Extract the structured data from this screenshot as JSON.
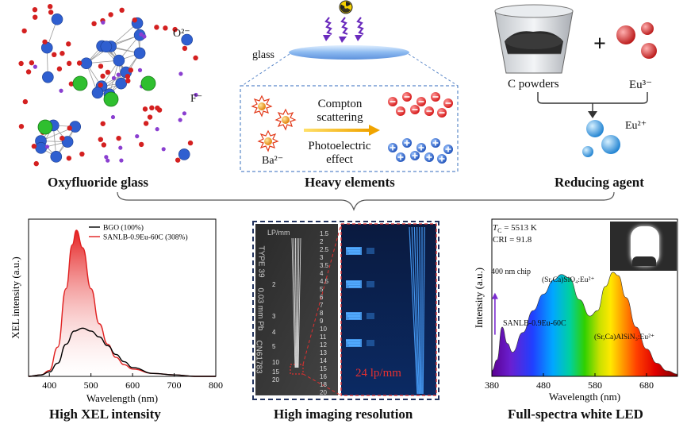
{
  "top": {
    "oxy": {
      "ion_o": "O²⁻",
      "ion_f": "F⁻",
      "caption": "Oxyfluoride glass"
    },
    "heavy": {
      "glass_label": "glass",
      "compton": [
        "Compton",
        "scattering"
      ],
      "photo": [
        "Photoelectric",
        "effect"
      ],
      "ba_label": "Ba²⁻",
      "caption": "Heavy elements"
    },
    "reduce": {
      "c_powders": "C powders",
      "eu3": "Eu³⁻",
      "plus": "+",
      "eu2": "Eu²⁺",
      "caption": "Reducing agent"
    }
  },
  "bottom": {
    "xel": {
      "caption": "High XEL intensity"
    },
    "imaging": {
      "caption": "High imaging resolution",
      "lp_label": "24 lp/mm",
      "card_text": [
        "LP/mm",
        "TYPE 39",
        "0.03 mm Pb",
        "CN61783"
      ],
      "scale_left": [
        "2",
        "3",
        "4",
        "5",
        "10",
        "15",
        "20"
      ],
      "scale_right": [
        "1.5",
        "2",
        "2.5",
        "3",
        "3.5",
        "4",
        "4.5",
        "5",
        "6",
        "7",
        "8",
        "9",
        "10",
        "11",
        "12",
        "13",
        "14",
        "15",
        "16",
        "18",
        "20"
      ]
    },
    "led": {
      "caption": "Full-spectra white LED",
      "tc": "T",
      "tc_sub": "C",
      "tc_value": " = 5513 K",
      "cri": "CRI = 91.8",
      "chip": "400 nm chip",
      "sample": "SANLB-0.9Eu-60C",
      "phosphor_green": "(Sr,Ca)SiO₄:Eu²⁺",
      "phosphor_red": "(Sr,Ca)AlSiN₃:Eu²⁺"
    }
  },
  "chart_data": [
    {
      "type": "line",
      "xlabel": "Wavelength (nm)",
      "ylabel": "XEL intensity (a.u.)",
      "xlim": [
        350,
        800
      ],
      "xticks": [
        400,
        500,
        600,
        700,
        800
      ],
      "grid": false,
      "legend": "top-right",
      "colors": {
        "BGO (100%)": "#000000",
        "SANLB-0.9Eu-60C (308%)": "#e02020"
      },
      "series": [
        {
          "name": "BGO (100%)",
          "x": [
            350,
            380,
            400,
            420,
            440,
            460,
            480,
            500,
            520,
            540,
            560,
            580,
            600,
            650,
            700,
            750,
            800
          ],
          "y": [
            0.0,
            0.01,
            0.03,
            0.09,
            0.22,
            0.31,
            0.33,
            0.31,
            0.27,
            0.21,
            0.15,
            0.1,
            0.06,
            0.02,
            0.01,
            0.0,
            0.0
          ]
        },
        {
          "name": "SANLB-0.9Eu-60C (308%)",
          "x": [
            350,
            380,
            400,
            420,
            440,
            455,
            465,
            480,
            500,
            520,
            540,
            560,
            580,
            600,
            650,
            700,
            750,
            800
          ],
          "y": [
            0.0,
            0.01,
            0.04,
            0.2,
            0.6,
            0.9,
            1.0,
            0.88,
            0.6,
            0.36,
            0.22,
            0.13,
            0.08,
            0.05,
            0.02,
            0.01,
            0.0,
            0.0
          ]
        }
      ]
    },
    {
      "type": "area",
      "xlabel": "Wavelength (nm)",
      "ylabel": "Intensity (a.u.)",
      "xlim": [
        380,
        740
      ],
      "xticks": [
        380,
        480,
        580,
        680
      ],
      "grid": false,
      "series": [
        {
          "name": "",
          "x": [
            380,
            390,
            400,
            410,
            420,
            440,
            460,
            480,
            500,
            515,
            530,
            550,
            570,
            585,
            600,
            615,
            625,
            640,
            660,
            680,
            700,
            720,
            740
          ],
          "y": [
            0.05,
            0.15,
            0.45,
            0.3,
            0.22,
            0.4,
            0.6,
            0.75,
            0.88,
            0.93,
            0.9,
            0.7,
            0.55,
            0.6,
            0.82,
            0.95,
            0.92,
            0.72,
            0.45,
            0.25,
            0.12,
            0.05,
            0.02
          ]
        }
      ]
    }
  ]
}
